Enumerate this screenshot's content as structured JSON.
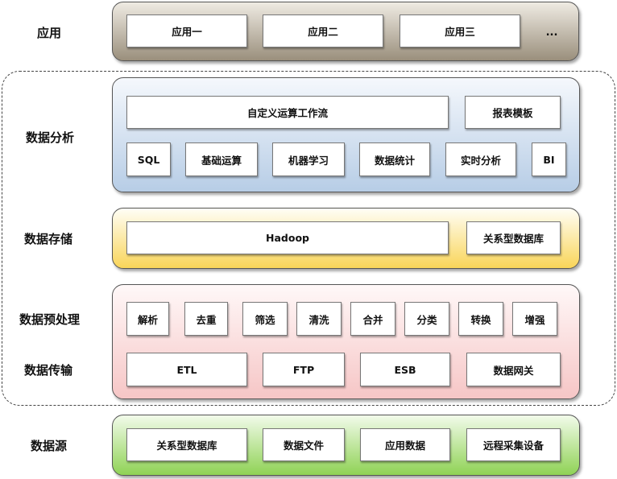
{
  "layers": {
    "app": {
      "label": "应用",
      "items": [
        "应用一",
        "应用二",
        "应用三",
        "..."
      ]
    },
    "analysis": {
      "label": "数据分析",
      "row1": [
        "自定义运算工作流",
        "报表模板"
      ],
      "row2": [
        "SQL",
        "基础运算",
        "机器学习",
        "数据统计",
        "实时分析",
        "BI"
      ]
    },
    "storage": {
      "label": "数据存储",
      "items": [
        "Hadoop",
        "关系型数据库"
      ]
    },
    "preprocess": {
      "label": "数据预处理",
      "items": [
        "解析",
        "去重",
        "筛选",
        "清洗",
        "合并",
        "分类",
        "转换",
        "增强"
      ]
    },
    "transfer": {
      "label": "数据传输",
      "items": [
        "ETL",
        "FTP",
        "ESB",
        "数据网关"
      ]
    },
    "source": {
      "label": "数据源",
      "items": [
        "关系型数据库",
        "数据文件",
        "应用数据",
        "远程采集设备"
      ]
    }
  },
  "colors": {
    "app": "#9a8f7c",
    "analysis": "#b7cde6",
    "storage": "#f9d559",
    "preprocess": "#f6c6c6",
    "source": "#8fd255"
  }
}
